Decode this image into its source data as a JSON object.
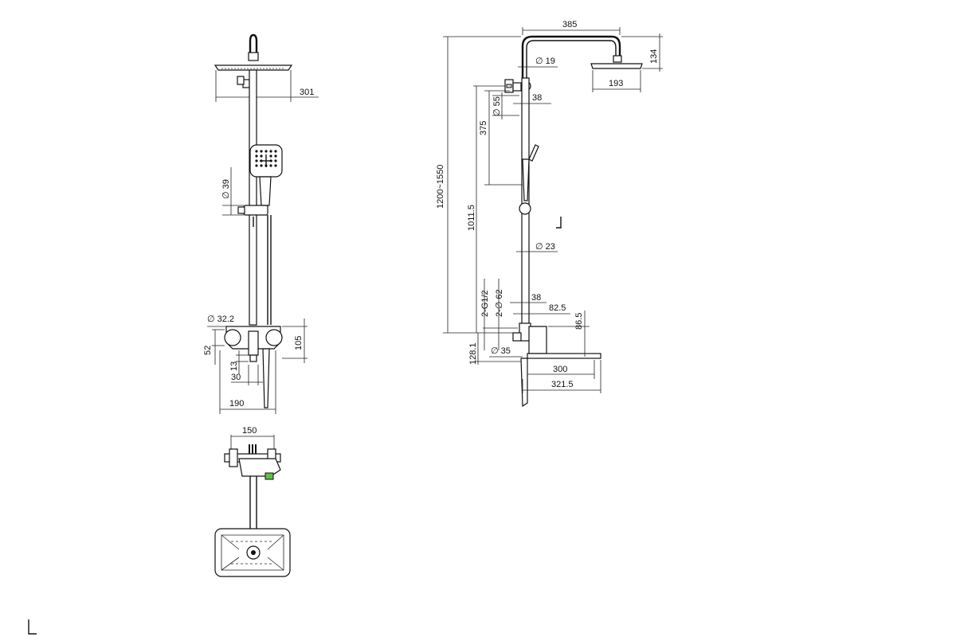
{
  "front_view": {
    "head_width": "301",
    "handset_holder_dia": "∅ 39",
    "outlet_dia": "∅ 32.2",
    "dim_52": "52",
    "dim_105": "105",
    "dim_13": "13",
    "dim_30": "30",
    "dim_190": "190"
  },
  "top_view": {
    "dim_150": "150"
  },
  "side_view": {
    "arm_reach": "385",
    "head_height": "134",
    "arm_dia": "∅ 19",
    "head_depth": "193",
    "bracket_dia": "∅ 55",
    "bracket_offset": "38",
    "bracket_drop": "375",
    "height_range": "1200~1550",
    "rail_length": "1011.5",
    "rail_dia": "∅ 23",
    "inlet_thread": "2-G1/2",
    "inlet_dia": "2-∅ 62",
    "inlet_offset": "38",
    "mixer_depth": "82.5",
    "mixer_height": "86.5",
    "lower_height": "128.1",
    "spout_dia": "∅ 35",
    "spout_300": "300",
    "spout_321": "321.5"
  }
}
